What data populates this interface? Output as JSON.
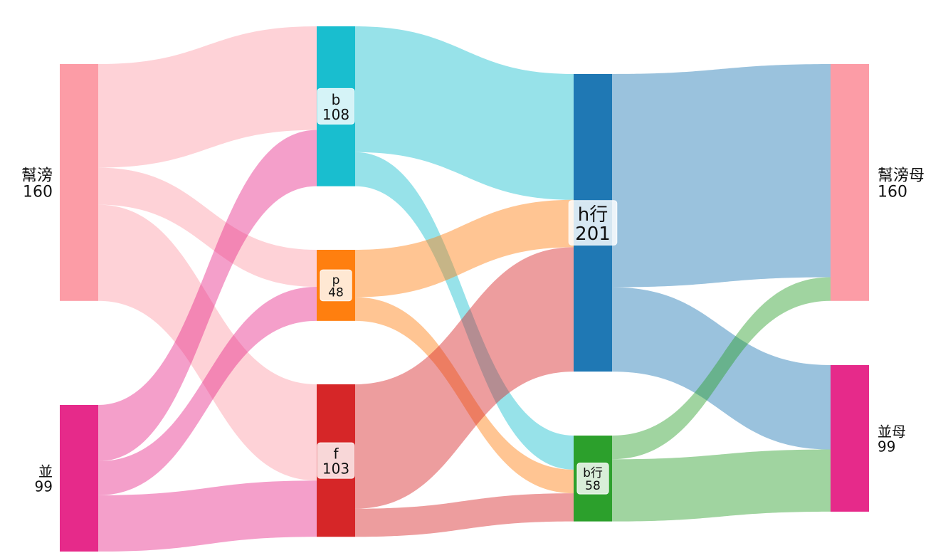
{
  "chart_data": {
    "type": "sankey",
    "nodes": [
      {
        "id": "n0",
        "name": "幫滂",
        "value": 160,
        "color": "#fc9ca6",
        "column": 0
      },
      {
        "id": "n1",
        "name": "並",
        "value": 99,
        "color": "#e62a8a",
        "column": 0
      },
      {
        "id": "n2",
        "name": "b",
        "value": 108,
        "color": "#19becf",
        "column": 1
      },
      {
        "id": "n3",
        "name": "p",
        "value": 48,
        "color": "#ff7f0f",
        "column": 1
      },
      {
        "id": "n4",
        "name": "f",
        "value": 103,
        "color": "#d62628",
        "column": 1
      },
      {
        "id": "n5",
        "name": "h行",
        "value": 201,
        "color": "#1f78b4",
        "column": 2
      },
      {
        "id": "n6",
        "name": "b行",
        "value": 58,
        "color": "#2ca02c",
        "column": 2
      },
      {
        "id": "n7",
        "name": "幫滂母",
        "value": 160,
        "color": "#fc9ca6",
        "column": 3
      },
      {
        "id": "n8",
        "name": "並母",
        "value": 99,
        "color": "#e62a8a",
        "column": 3
      }
    ],
    "links": [
      {
        "source": "n0",
        "target": "n2",
        "value": 70
      },
      {
        "source": "n0",
        "target": "n3",
        "value": 25
      },
      {
        "source": "n0",
        "target": "n4",
        "value": 65
      },
      {
        "source": "n1",
        "target": "n2",
        "value": 38
      },
      {
        "source": "n1",
        "target": "n3",
        "value": 23
      },
      {
        "source": "n1",
        "target": "n4",
        "value": 38
      },
      {
        "source": "n2",
        "target": "n5",
        "value": 85
      },
      {
        "source": "n2",
        "target": "n6",
        "value": 23
      },
      {
        "source": "n3",
        "target": "n5",
        "value": 32
      },
      {
        "source": "n3",
        "target": "n6",
        "value": 16
      },
      {
        "source": "n4",
        "target": "n5",
        "value": 84
      },
      {
        "source": "n4",
        "target": "n6",
        "value": 19
      },
      {
        "source": "n5",
        "target": "n7",
        "value": 144
      },
      {
        "source": "n5",
        "target": "n8",
        "value": 57
      },
      {
        "source": "n6",
        "target": "n7",
        "value": 16
      },
      {
        "source": "n6",
        "target": "n8",
        "value": 42
      }
    ]
  }
}
